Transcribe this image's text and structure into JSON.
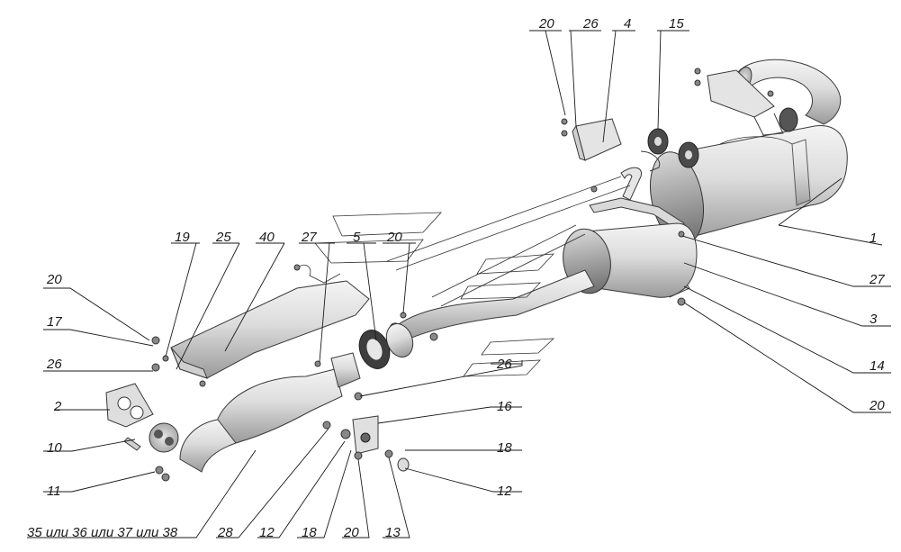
{
  "labels": [
    {
      "id": "c20a",
      "text": "20"
    },
    {
      "id": "c26a",
      "text": "26"
    },
    {
      "id": "c4",
      "text": "4"
    },
    {
      "id": "c15",
      "text": "15"
    },
    {
      "id": "c1",
      "text": "1"
    },
    {
      "id": "c27a",
      "text": "27"
    },
    {
      "id": "c3",
      "text": "3"
    },
    {
      "id": "c14",
      "text": "14"
    },
    {
      "id": "c20e",
      "text": "20"
    },
    {
      "id": "c19",
      "text": "19"
    },
    {
      "id": "c25",
      "text": "25"
    },
    {
      "id": "c40",
      "text": "40"
    },
    {
      "id": "c27b",
      "text": "27"
    },
    {
      "id": "c5",
      "text": "5"
    },
    {
      "id": "c20b",
      "text": "20"
    },
    {
      "id": "c20c",
      "text": "20"
    },
    {
      "id": "c17",
      "text": "17"
    },
    {
      "id": "c26b",
      "text": "26"
    },
    {
      "id": "c26c",
      "text": "26"
    },
    {
      "id": "c2",
      "text": "2"
    },
    {
      "id": "c16",
      "text": "16"
    },
    {
      "id": "c10",
      "text": "10"
    },
    {
      "id": "c18a",
      "text": "18"
    },
    {
      "id": "c11",
      "text": "11"
    },
    {
      "id": "c12a",
      "text": "12"
    },
    {
      "id": "c35",
      "text": "35 или 36 или 37 или 38"
    },
    {
      "id": "c28",
      "text": "28"
    },
    {
      "id": "c12b",
      "text": "12"
    },
    {
      "id": "c18b",
      "text": "18"
    },
    {
      "id": "c20d",
      "text": "20"
    },
    {
      "id": "c13",
      "text": "13"
    }
  ],
  "colors": {
    "ink": "#1a1a1a",
    "metal_light": "#f2f2f2",
    "metal_mid": "#c9c9c9",
    "metal_dark": "#8c8c8c"
  }
}
